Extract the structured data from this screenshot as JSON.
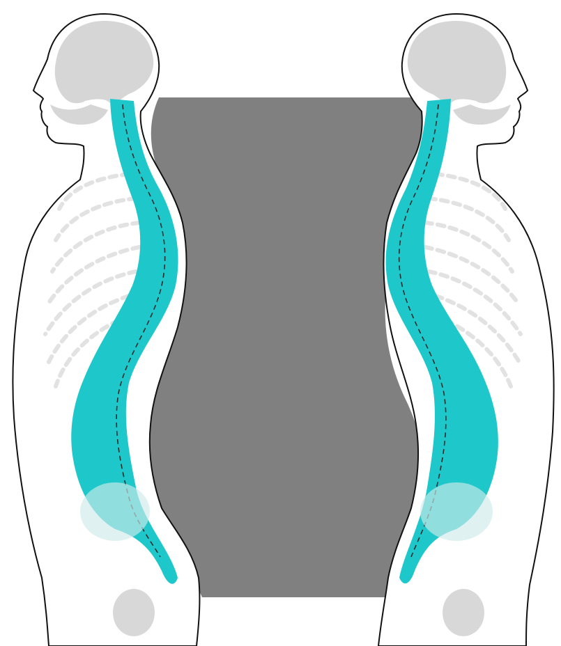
{
  "image": {
    "background_color": "#ffffff",
    "panel_color": "#808080",
    "spine_color": "#1ec8ca",
    "bone_color": "#d6d6d6",
    "outline_color": "#111111"
  },
  "figures": [
    {
      "name": "left-figure",
      "facing": "left"
    },
    {
      "name": "right-figure",
      "facing": "right"
    }
  ]
}
